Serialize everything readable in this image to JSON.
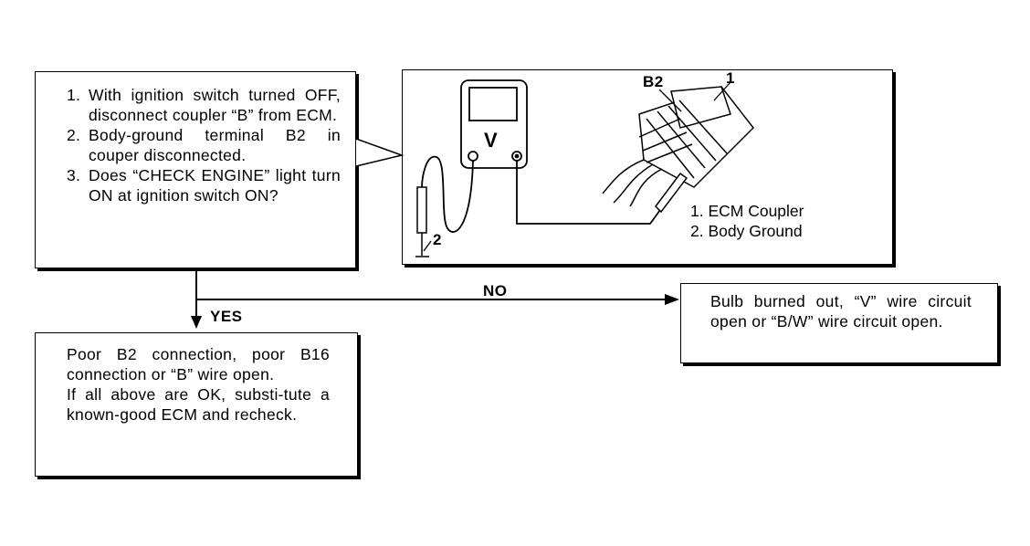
{
  "steps": [
    {
      "num": "1.",
      "text": "With ignition switch turned OFF, disconnect coupler “B” from ECM."
    },
    {
      "num": "2.",
      "text": "Body-ground terminal B2 in couper disconnected."
    },
    {
      "num": "3.",
      "text": "Does “CHECK ENGINE” light turn ON at ignition switch ON?"
    }
  ],
  "branches": {
    "yes_label": "YES",
    "no_label": "NO"
  },
  "yes_result": "Poor B2 connection, poor B16 connection or “B” wire open.\nIf all above are OK, substi-tute a known-good ECM and recheck.",
  "no_result": "Bulb burned out, “V” wire circuit open or “B/W” wire circuit open.",
  "illustration": {
    "meter_symbol": "V",
    "callout_b2": "B2",
    "callout_1": "1",
    "callout_2": "2",
    "legend": [
      "1. ECM Coupler",
      "2. Body Ground"
    ]
  }
}
